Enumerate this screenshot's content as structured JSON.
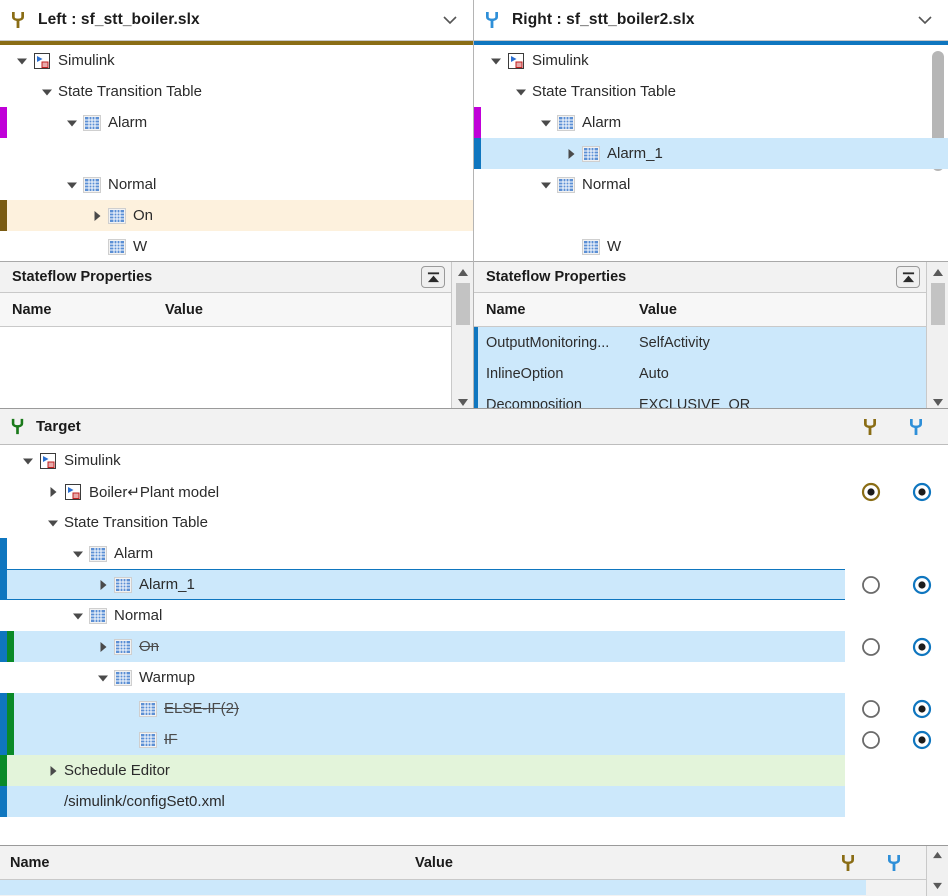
{
  "left_panel": {
    "title": "Left : sf_stt_boiler.slx",
    "accent_color": "#8a6d15",
    "icon": "fork-icon",
    "collapse_icon": "chevron-down-icon",
    "tree": [
      {
        "label": "Simulink",
        "indent": 0,
        "twisty": "down",
        "icon": "simulink-model-icon",
        "marker": [],
        "bg": "none"
      },
      {
        "label": "State Transition Table",
        "indent": 1,
        "twisty": "down",
        "icon": "none",
        "marker": [],
        "bg": "none"
      },
      {
        "label": "Alarm",
        "indent": 2,
        "twisty": "down",
        "icon": "table-icon",
        "marker": [
          "#c000d8"
        ],
        "bg": "none"
      },
      {
        "label": "",
        "indent": 0,
        "twisty": "none",
        "icon": "none",
        "marker": [],
        "bg": "none"
      },
      {
        "label": "Normal",
        "indent": 2,
        "twisty": "down",
        "icon": "table-icon",
        "marker": [],
        "bg": "none"
      },
      {
        "label": "On",
        "indent": 3,
        "twisty": "right",
        "icon": "table-icon",
        "marker": [
          "#7a5b12"
        ],
        "bg": "cream"
      },
      {
        "label": "W",
        "indent": 3,
        "twisty": "none",
        "icon": "table-icon",
        "marker": [],
        "bg": "none"
      }
    ],
    "properties": {
      "title": "Stateflow Properties",
      "collapse_icon": "collapse-up-icon",
      "columns": [
        "Name",
        "Value"
      ],
      "rows": []
    }
  },
  "right_panel": {
    "title": "Right : sf_stt_boiler2.slx",
    "accent_color": "#0f76bf",
    "icon": "fork-icon",
    "collapse_icon": "chevron-down-icon",
    "tree": [
      {
        "label": "Simulink",
        "indent": 0,
        "twisty": "down",
        "icon": "simulink-model-icon",
        "marker": [],
        "bg": "none"
      },
      {
        "label": "State Transition Table",
        "indent": 1,
        "twisty": "down",
        "icon": "none",
        "marker": [],
        "bg": "none"
      },
      {
        "label": "Alarm",
        "indent": 2,
        "twisty": "down",
        "icon": "table-icon",
        "marker": [
          "#c000d8"
        ],
        "bg": "none"
      },
      {
        "label": "Alarm_1",
        "indent": 3,
        "twisty": "right",
        "icon": "table-icon",
        "marker": [
          "#0f76bf"
        ],
        "bg": "selected"
      },
      {
        "label": "Normal",
        "indent": 2,
        "twisty": "down",
        "icon": "table-icon",
        "marker": [],
        "bg": "none"
      },
      {
        "label": "",
        "indent": 0,
        "twisty": "none",
        "icon": "none",
        "marker": [],
        "bg": "none"
      },
      {
        "label": "W",
        "indent": 3,
        "twisty": "none",
        "icon": "table-icon",
        "marker": [],
        "bg": "none"
      }
    ],
    "properties": {
      "title": "Stateflow Properties",
      "collapse_icon": "collapse-up-icon",
      "columns": [
        "Name",
        "Value"
      ],
      "rows": [
        {
          "name": "OutputMonitoring...",
          "value": "SelfActivity",
          "highlight": true
        },
        {
          "name": "InlineOption",
          "value": "Auto",
          "highlight": true
        },
        {
          "name": "Decomposition",
          "value": "EXCLUSIVE_OR",
          "highlight": true
        }
      ]
    }
  },
  "target": {
    "title": "Target",
    "icon": "fork-icon-green",
    "header_icons": [
      "merge-from-left-icon",
      "merge-from-right-icon"
    ],
    "tree": [
      {
        "label": "Simulink",
        "indent": 0,
        "twisty": "down",
        "icon": "simulink-model-icon",
        "marker": [],
        "bg": "none",
        "strike": false,
        "radios": null
      },
      {
        "label": "Boiler↵Plant model",
        "indent": 1,
        "twisty": "right",
        "icon": "simulink-model-icon",
        "marker": [],
        "bg": "none",
        "strike": false,
        "radios": {
          "left": "selected-brown",
          "right": "selected-blue"
        }
      },
      {
        "label": "State Transition Table",
        "indent": 1,
        "twisty": "down",
        "icon": "none",
        "marker": [],
        "bg": "none",
        "strike": false,
        "radios": null
      },
      {
        "label": "Alarm",
        "indent": 2,
        "twisty": "down",
        "icon": "table-icon",
        "marker": [
          "#0f76bf"
        ],
        "bg": "none",
        "strike": false,
        "radios": null
      },
      {
        "label": "Alarm_1",
        "indent": 3,
        "twisty": "right",
        "icon": "table-icon",
        "marker": [
          "#0f76bf"
        ],
        "bg": "selected-outline",
        "strike": false,
        "radios": {
          "left": "empty",
          "right": "selected-blue"
        }
      },
      {
        "label": "Normal",
        "indent": 2,
        "twisty": "down",
        "icon": "table-icon",
        "marker": [],
        "bg": "none",
        "strike": false,
        "radios": null
      },
      {
        "label": "On",
        "indent": 3,
        "twisty": "right",
        "icon": "table-icon",
        "marker": [
          "#0f76bf",
          "#0a8a28"
        ],
        "bg": "selected",
        "strike": true,
        "radios": {
          "left": "empty",
          "right": "selected-blue"
        }
      },
      {
        "label": "Warmup",
        "indent": 3,
        "twisty": "down",
        "icon": "table-icon",
        "marker": [],
        "bg": "none",
        "strike": false,
        "radios": null
      },
      {
        "label": "ELSE-IF(2)",
        "indent": 4,
        "twisty": "none",
        "icon": "table-icon",
        "marker": [
          "#0f76bf",
          "#0a8a28"
        ],
        "bg": "selected",
        "strike": true,
        "radios": {
          "left": "empty",
          "right": "selected-blue"
        }
      },
      {
        "label": "IF",
        "indent": 4,
        "twisty": "none",
        "icon": "table-icon",
        "marker": [
          "#0f76bf",
          "#0a8a28"
        ],
        "bg": "selected",
        "strike": true,
        "radios": {
          "left": "empty",
          "right": "selected-blue"
        }
      },
      {
        "label": "Schedule Editor",
        "indent": 1,
        "twisty": "right",
        "icon": "none",
        "marker": [
          "#0a8a28"
        ],
        "bg": "green",
        "strike": false,
        "radios": null
      },
      {
        "label": "/simulink/configSet0.xml",
        "indent": 1,
        "twisty": "none",
        "icon": "none",
        "marker": [
          "#0f76bf"
        ],
        "bg": "selected",
        "strike": false,
        "radios": null
      }
    ]
  },
  "bottom": {
    "columns": [
      "Name",
      "Value"
    ],
    "header_icons": [
      "merge-from-left-icon",
      "merge-from-right-icon"
    ],
    "scroll_icons": [
      "scroll-up-icon",
      "scroll-down-icon"
    ]
  },
  "colors": {
    "left_accent": "#8a6d15",
    "right_accent": "#0f76bf",
    "selection_blue": "#cce8fb",
    "selection_cream": "#fdf1dd",
    "selection_green": "#e3f4da",
    "marker_magenta": "#c000d8",
    "marker_green": "#0a8a28",
    "marker_blue": "#0f76bf",
    "target_fork_green": "#1b7a1b"
  }
}
